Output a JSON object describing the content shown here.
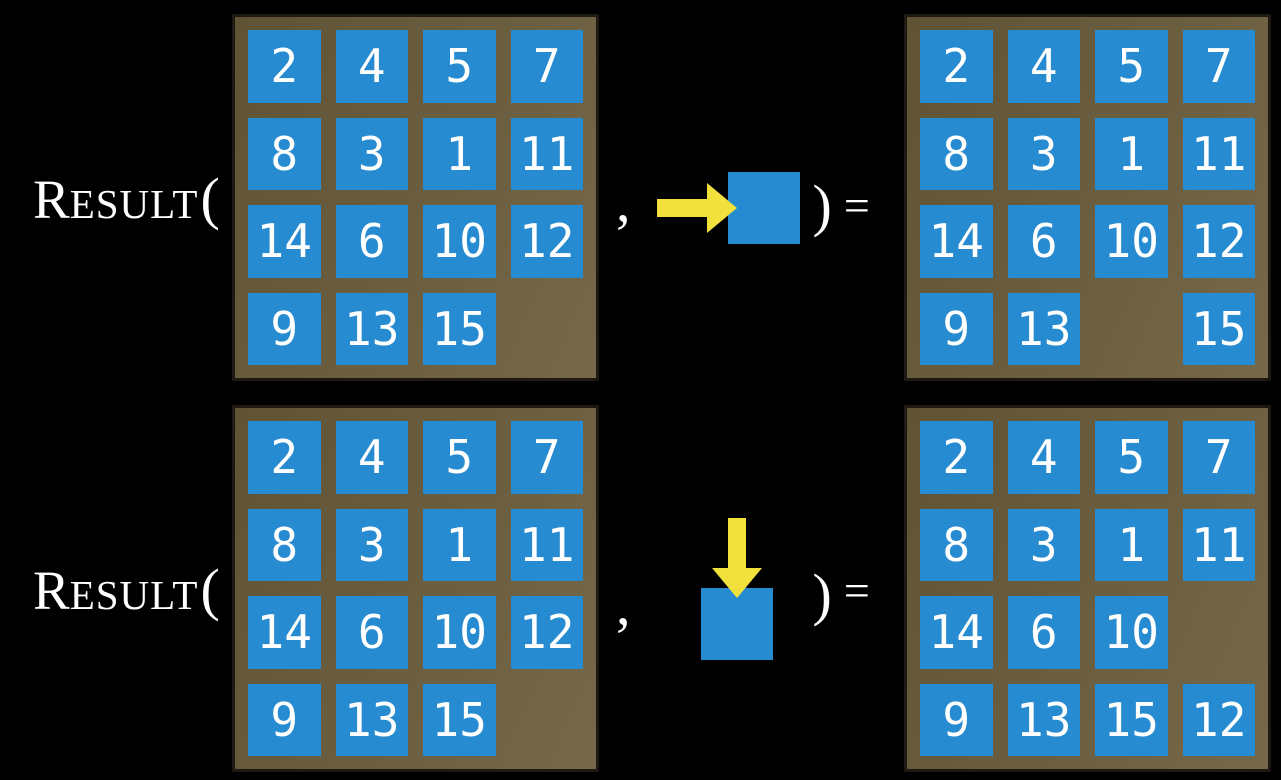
{
  "colors": {
    "background": "#000000",
    "board_brown": "#6b5c3b",
    "board_border": "#1e1a13",
    "tile_blue": "#268bd0",
    "arrow_yellow": "#f2e13c",
    "text_white": "#ffffff"
  },
  "rows": [
    {
      "label": {
        "initial": "R",
        "rest": "ESULT",
        "open_paren": "("
      },
      "comma": ",",
      "close_paren": ")",
      "equals": "=",
      "move": {
        "direction": "right",
        "icon": "right-arrow"
      },
      "before_grid": {
        "rows": [
          [
            "2",
            "4",
            "5",
            "7"
          ],
          [
            "8",
            "3",
            "1",
            "11"
          ],
          [
            "14",
            "6",
            "10",
            "12"
          ],
          [
            "9",
            "13",
            "15",
            ""
          ]
        ]
      },
      "after_grid": {
        "rows": [
          [
            "2",
            "4",
            "5",
            "7"
          ],
          [
            "8",
            "3",
            "1",
            "11"
          ],
          [
            "14",
            "6",
            "10",
            "12"
          ],
          [
            "9",
            "13",
            "",
            "15"
          ]
        ]
      }
    },
    {
      "label": {
        "initial": "R",
        "rest": "ESULT",
        "open_paren": "("
      },
      "comma": ",",
      "close_paren": ")",
      "equals": "=",
      "move": {
        "direction": "down",
        "icon": "down-arrow"
      },
      "before_grid": {
        "rows": [
          [
            "2",
            "4",
            "5",
            "7"
          ],
          [
            "8",
            "3",
            "1",
            "11"
          ],
          [
            "14",
            "6",
            "10",
            "12"
          ],
          [
            "9",
            "13",
            "15",
            ""
          ]
        ]
      },
      "after_grid": {
        "rows": [
          [
            "2",
            "4",
            "5",
            "7"
          ],
          [
            "8",
            "3",
            "1",
            "11"
          ],
          [
            "14",
            "6",
            "10",
            ""
          ],
          [
            "9",
            "13",
            "15",
            "12"
          ]
        ]
      }
    }
  ]
}
